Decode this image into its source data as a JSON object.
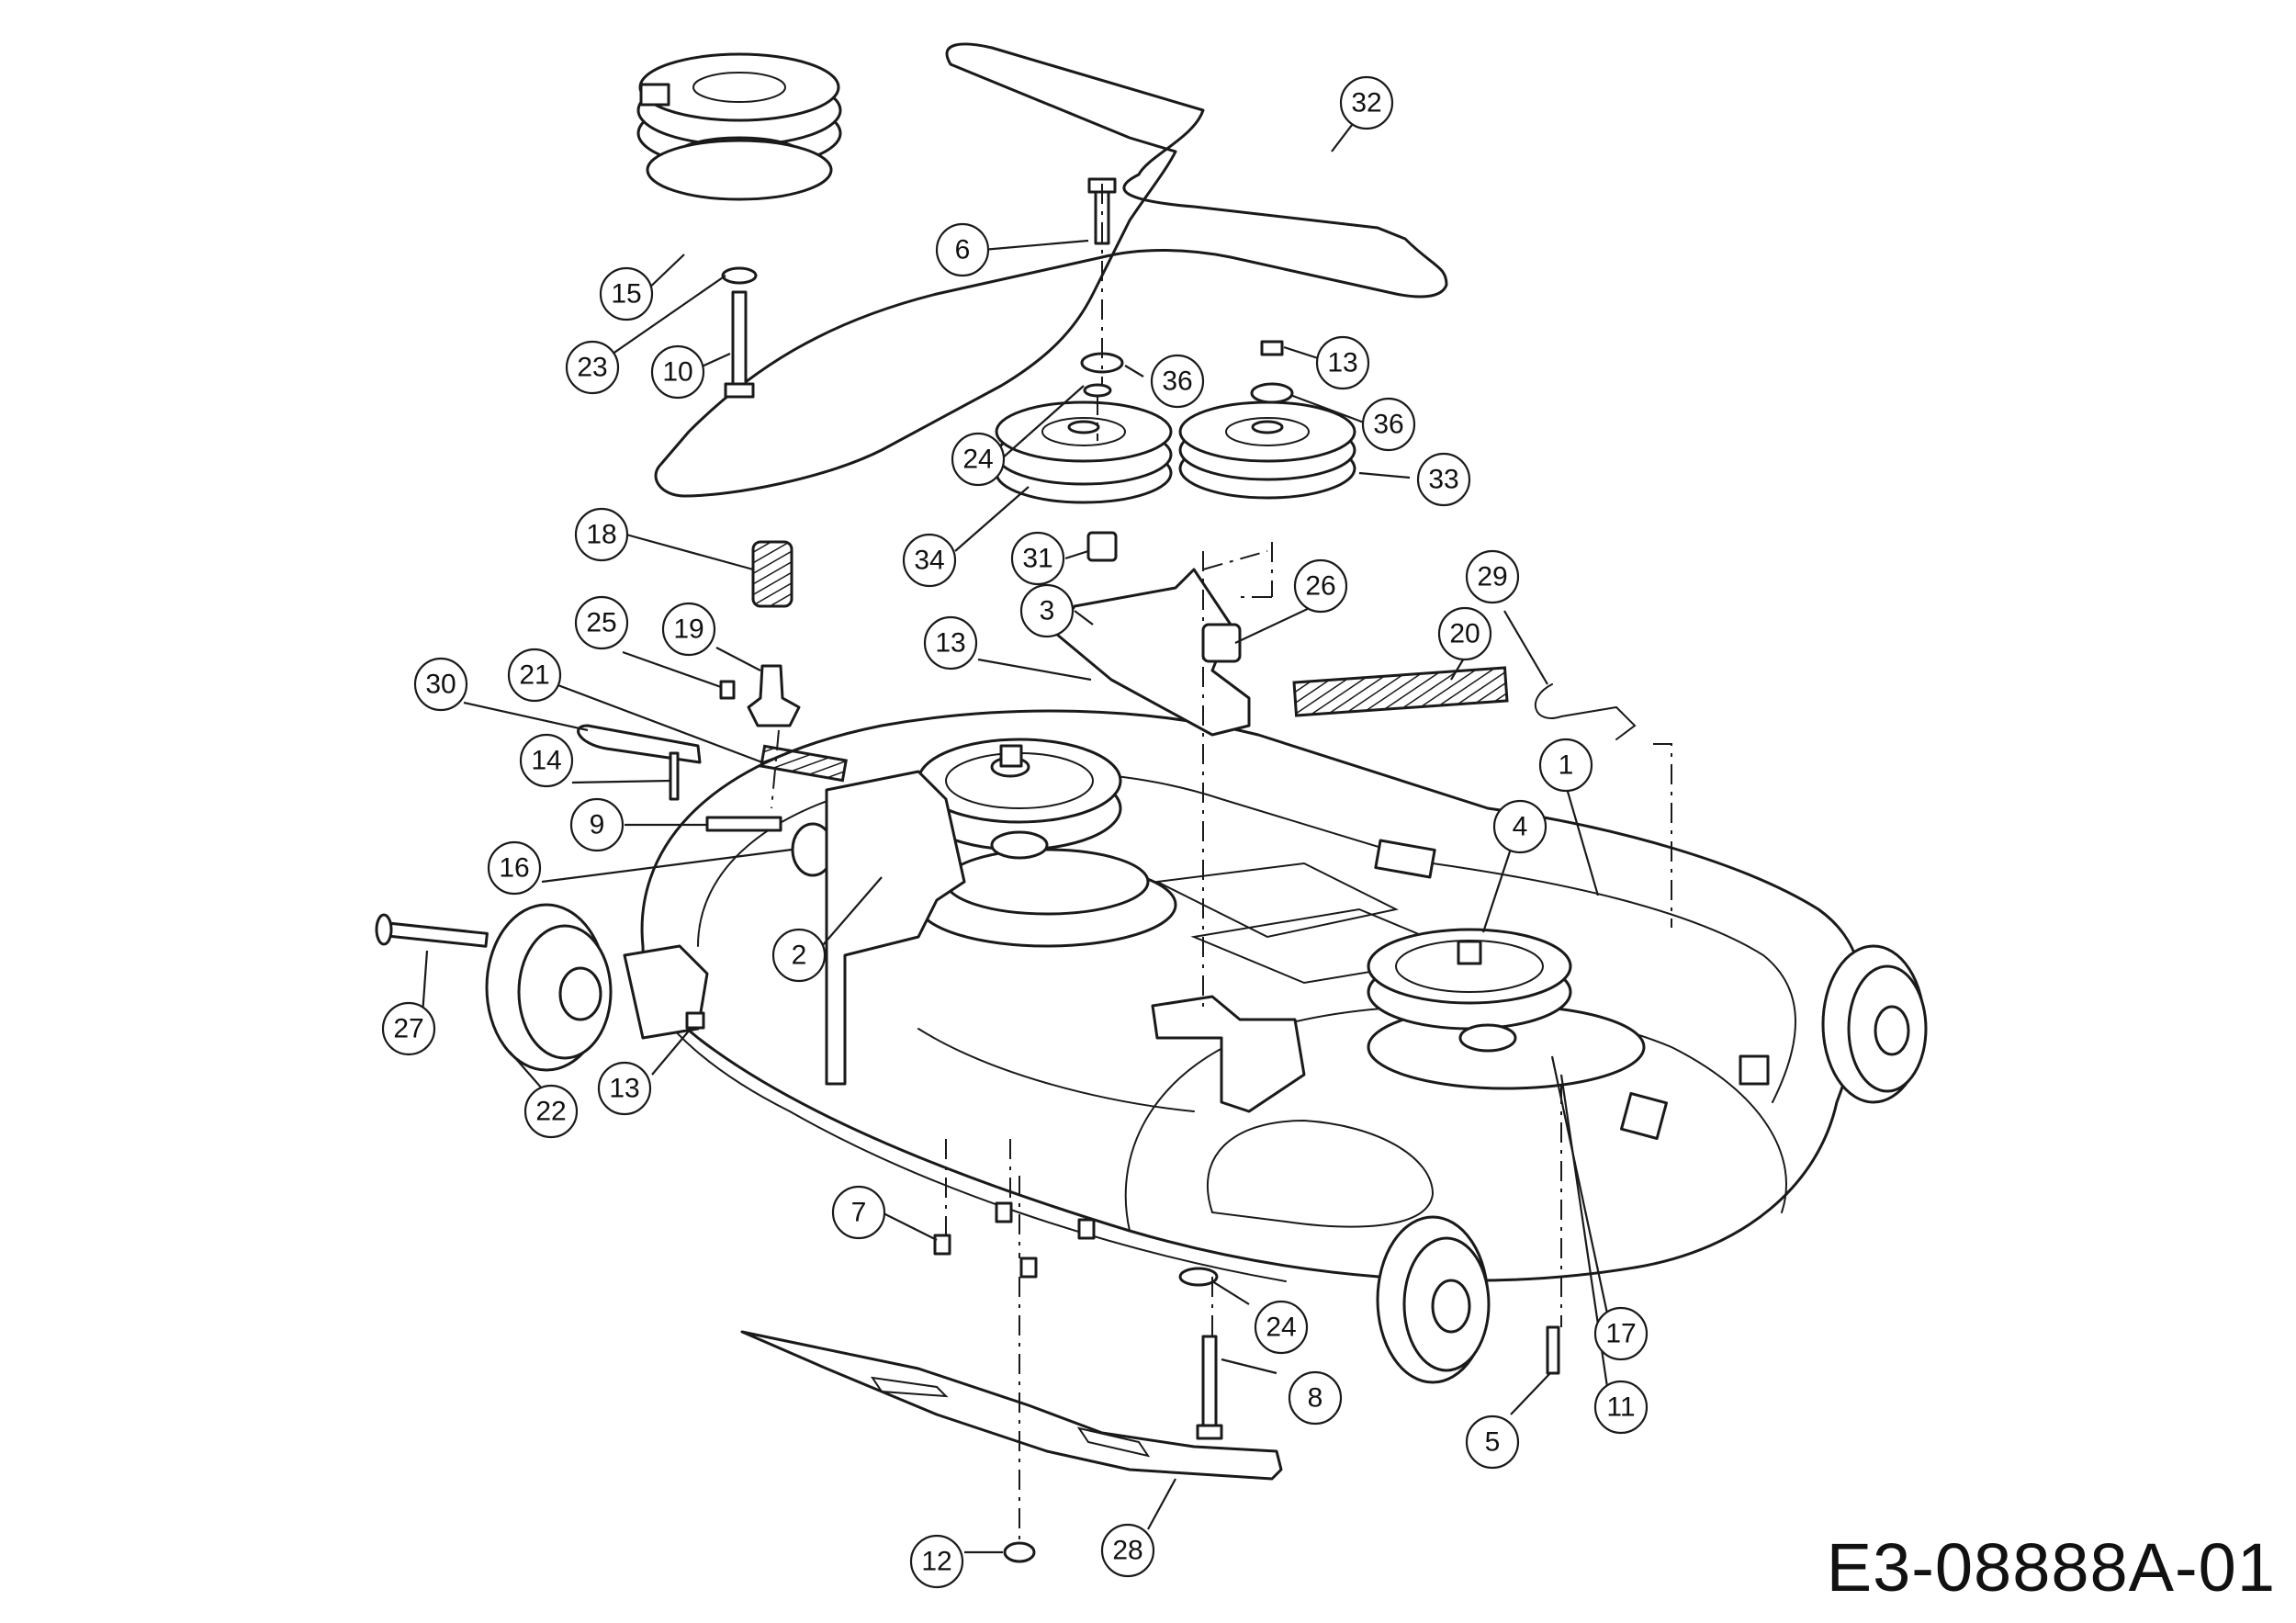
{
  "drawing_code": "E3-08888A-01",
  "callouts": [
    {
      "id": "c32",
      "label": "32"
    },
    {
      "id": "c6",
      "label": "6"
    },
    {
      "id": "c15",
      "label": "15"
    },
    {
      "id": "c23",
      "label": "23"
    },
    {
      "id": "c10",
      "label": "10"
    },
    {
      "id": "c36a",
      "label": "36"
    },
    {
      "id": "c13a",
      "label": "13"
    },
    {
      "id": "c36b",
      "label": "36"
    },
    {
      "id": "c24a",
      "label": "24"
    },
    {
      "id": "c33",
      "label": "33"
    },
    {
      "id": "c34",
      "label": "34"
    },
    {
      "id": "c18",
      "label": "18"
    },
    {
      "id": "c31",
      "label": "31"
    },
    {
      "id": "c3",
      "label": "3"
    },
    {
      "id": "c26",
      "label": "26"
    },
    {
      "id": "c29",
      "label": "29"
    },
    {
      "id": "c25",
      "label": "25"
    },
    {
      "id": "c19",
      "label": "19"
    },
    {
      "id": "c13b",
      "label": "13"
    },
    {
      "id": "c20",
      "label": "20"
    },
    {
      "id": "c30",
      "label": "30"
    },
    {
      "id": "c21",
      "label": "21"
    },
    {
      "id": "c14",
      "label": "14"
    },
    {
      "id": "c1",
      "label": "1"
    },
    {
      "id": "c9",
      "label": "9"
    },
    {
      "id": "c4",
      "label": "4"
    },
    {
      "id": "c16",
      "label": "16"
    },
    {
      "id": "c2",
      "label": "2"
    },
    {
      "id": "c27",
      "label": "27"
    },
    {
      "id": "c13c",
      "label": "13"
    },
    {
      "id": "c22",
      "label": "22"
    },
    {
      "id": "c7",
      "label": "7"
    },
    {
      "id": "c24b",
      "label": "24"
    },
    {
      "id": "c17",
      "label": "17"
    },
    {
      "id": "c8",
      "label": "8"
    },
    {
      "id": "c11",
      "label": "11"
    },
    {
      "id": "c5",
      "label": "5"
    },
    {
      "id": "c12",
      "label": "12"
    },
    {
      "id": "c28",
      "label": "28"
    }
  ]
}
